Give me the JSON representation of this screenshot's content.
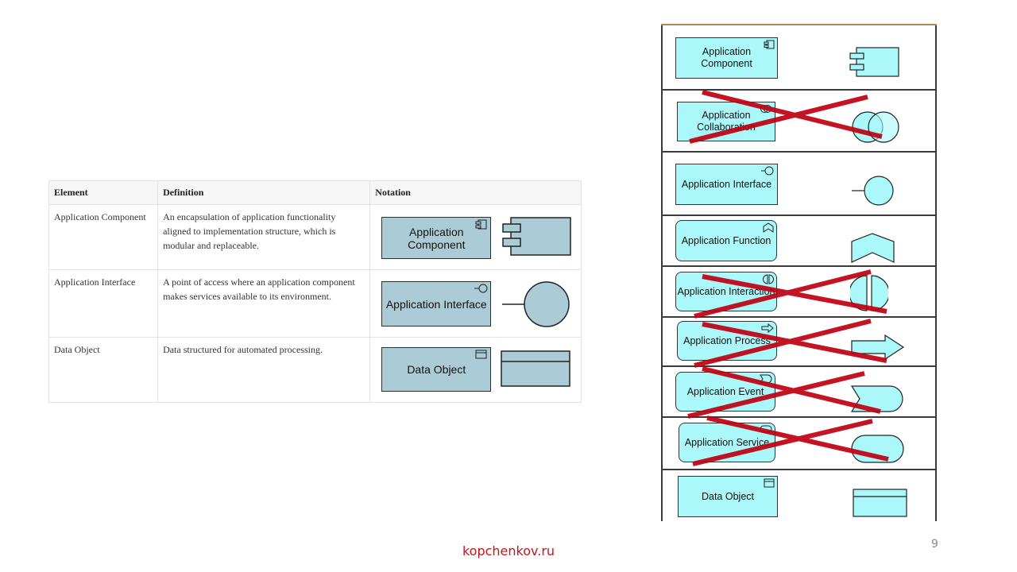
{
  "table": {
    "headers": [
      "Element",
      "Definition",
      "Notation"
    ],
    "rows": [
      {
        "element": "Application Component",
        "definition": "An encapsulation of application functionality aligned to implementation structure, which is modular and replaceable.",
        "notation_label": "Application Component",
        "icon": "component-icon"
      },
      {
        "element": "Application Interface",
        "definition": "A point of access where an application component makes services available to its environment.",
        "notation_label": "Application Interface",
        "icon": "interface-icon"
      },
      {
        "element": "Data Object",
        "definition": "Data structured for automated processing.",
        "notation_label": "Data Object",
        "icon": "data-object-icon"
      }
    ]
  },
  "panel": {
    "rows": [
      {
        "label": "Application Component",
        "icon": "component-icon",
        "crossed": false
      },
      {
        "label": "Application Collaboration",
        "icon": "collaboration-icon",
        "crossed": true
      },
      {
        "label": "Application Interface",
        "icon": "interface-icon",
        "crossed": false
      },
      {
        "label": "Application Function",
        "icon": "function-icon",
        "crossed": false
      },
      {
        "label": "Application Interaction",
        "icon": "interaction-icon",
        "crossed": true
      },
      {
        "label": "Application Process",
        "icon": "process-icon",
        "crossed": true
      },
      {
        "label": "Application Event",
        "icon": "event-icon",
        "crossed": true
      },
      {
        "label": "Application Service",
        "icon": "service-icon",
        "crossed": true
      },
      {
        "label": "Data Object",
        "icon": "data-object-icon",
        "crossed": false
      }
    ]
  },
  "colors": {
    "box_fill_table": "#abcbd6",
    "box_fill_panel": "#aaf8fa",
    "cross": "#c00010",
    "footer": "#c0141e"
  },
  "footer": {
    "site": "kopchenkov.ru",
    "page_number": "9"
  }
}
